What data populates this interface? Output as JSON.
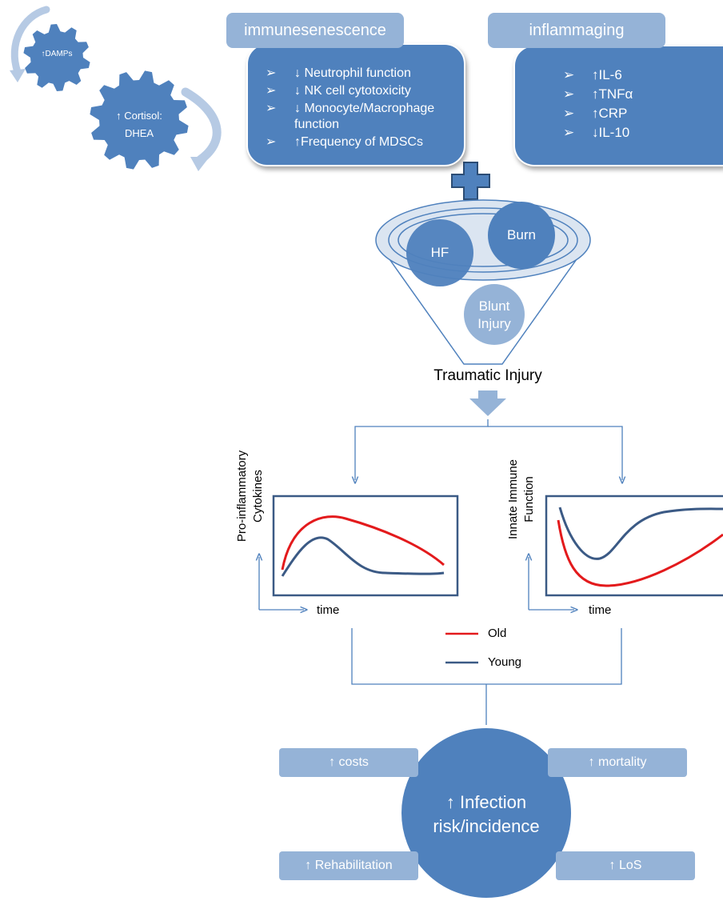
{
  "gears": {
    "small_label": "↑DAMPs",
    "big_label_line1": "↑ Cortisol:",
    "big_label_line2": "DHEA"
  },
  "immunesenescence": {
    "title": "immunesenescence",
    "items": [
      "↓ Neutrophil function",
      "↓ NK cell cytotoxicity",
      "↓ Monocyte/Macrophage function",
      "↑Frequency of MDSCs"
    ]
  },
  "inflammaging": {
    "title": "inflammaging",
    "items": [
      "↑IL-6",
      "↑TNFα",
      "↑CRP",
      "↓IL-10"
    ]
  },
  "bullet_glyph": "➢",
  "funnel": {
    "circles": [
      "HF",
      "Burn",
      "Blunt Injury"
    ],
    "label": "Traumatic Injury"
  },
  "charts": {
    "left": {
      "ylabel_line1": "Pro-inflammatory",
      "ylabel_line2": "Cytokines",
      "xlabel": "time"
    },
    "right": {
      "ylabel_line1": "Innate Immune",
      "ylabel_line2": "Function",
      "xlabel": "time"
    }
  },
  "legend": [
    {
      "label": "Old",
      "color": "#e31a1c"
    },
    {
      "label": "Young",
      "color": "#3b5a85"
    }
  ],
  "outcome": {
    "center_line1": "↑ Infection",
    "center_line2": "risk/incidence",
    "costs": "↑ costs",
    "mortality": "↑ mortality",
    "rehabilitation": "↑ Rehabilitation",
    "los": "↑ LoS"
  },
  "colors": {
    "primary": "#4f81bd",
    "light": "#95b3d7",
    "arrow": "#4f81bd",
    "chart_frame": "#3b5a85"
  }
}
